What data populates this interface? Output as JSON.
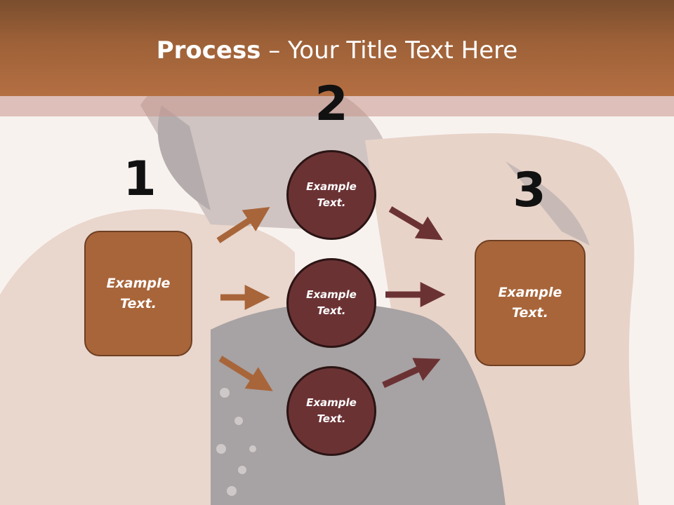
{
  "title": {
    "bold": "Process",
    "rest": " – Your Title Text Here"
  },
  "steps": [
    {
      "number": "1",
      "box": {
        "line1": "Example",
        "line2": "Text."
      }
    },
    {
      "number": "2",
      "circles": [
        {
          "line1": "Example",
          "line2": "Text."
        },
        {
          "line1": "Example",
          "line2": "Text."
        },
        {
          "line1": "Example",
          "line2": "Text."
        }
      ]
    },
    {
      "number": "3",
      "box": {
        "line1": "Example",
        "line2": "Text."
      }
    }
  ],
  "colors": {
    "header": "#a8653a",
    "box": "#a8653a",
    "circle": "#6b3234",
    "arrow_brown": "#a8653a",
    "arrow_maroon": "#6b3234"
  }
}
